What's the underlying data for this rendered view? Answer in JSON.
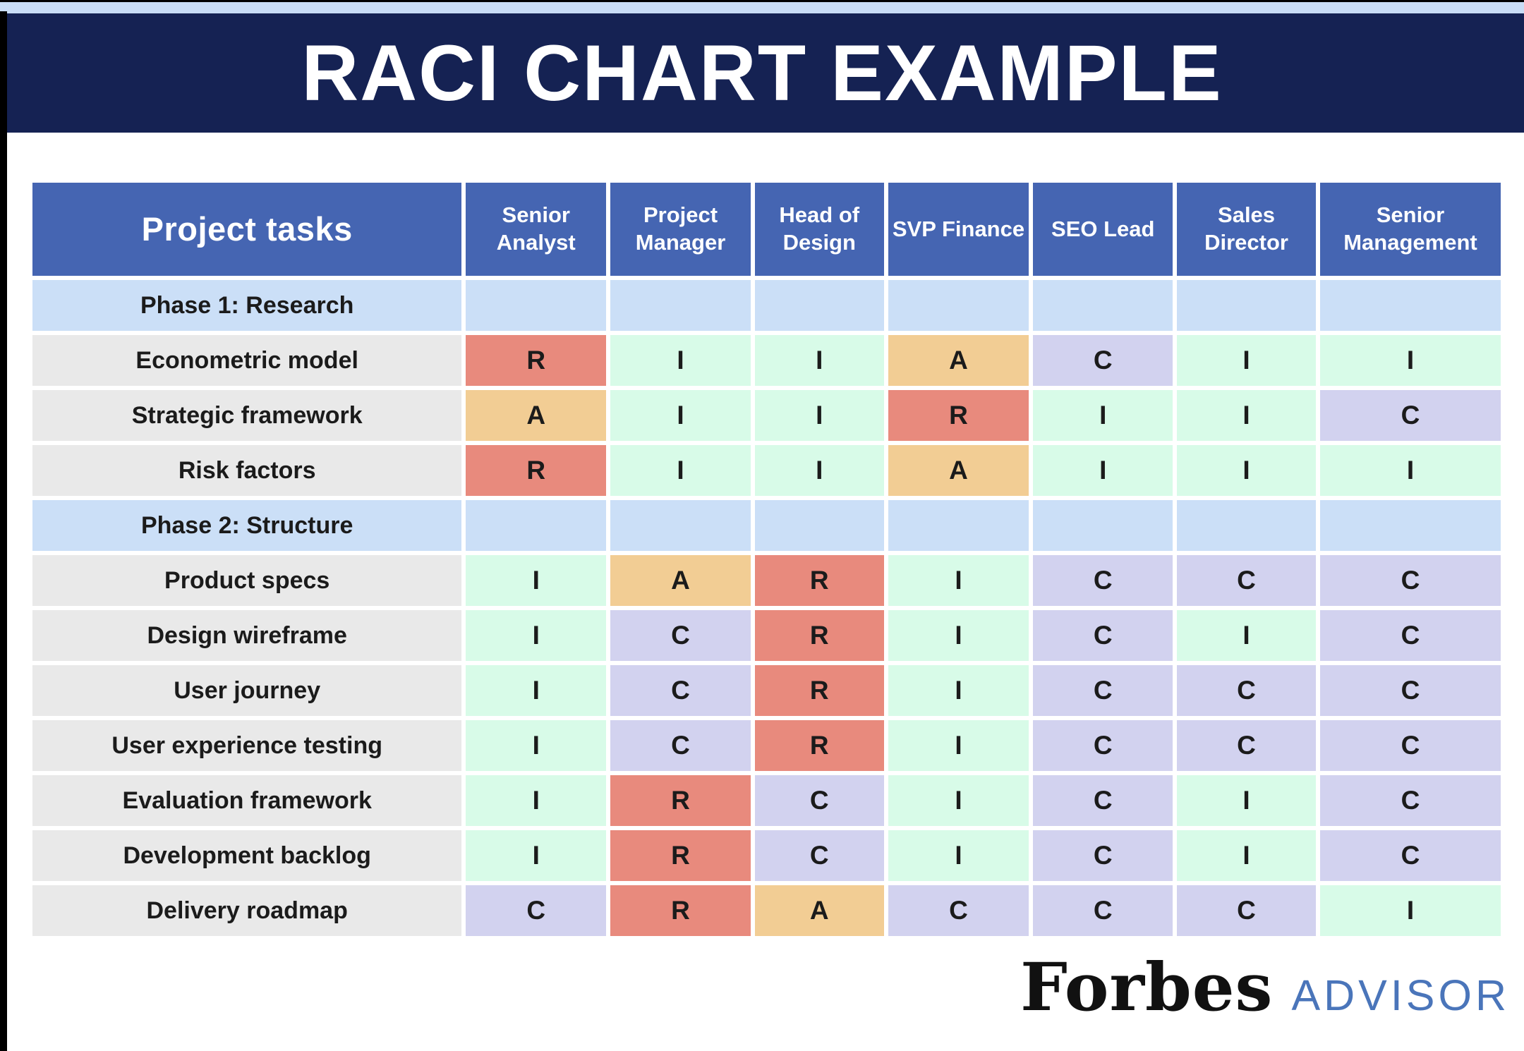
{
  "title": "RACI CHART EXAMPLE",
  "chart_data": {
    "type": "table",
    "title": "RACI CHART EXAMPLE",
    "task_header": "Project tasks",
    "columns": [
      "Senior Analyst",
      "Project Manager",
      "Head of Design",
      "SVP Finance",
      "SEO Lead",
      "Sales Director",
      "Senior Management"
    ],
    "rows": [
      {
        "type": "phase",
        "label": "Phase 1: Research",
        "cells": []
      },
      {
        "type": "task",
        "label": "Econometric model",
        "cells": [
          "R",
          "I",
          "I",
          "A",
          "C",
          "I",
          "I"
        ]
      },
      {
        "type": "task",
        "label": "Strategic framework",
        "cells": [
          "A",
          "I",
          "I",
          "R",
          "I",
          "I",
          "C"
        ]
      },
      {
        "type": "task",
        "label": "Risk factors",
        "cells": [
          "R",
          "I",
          "I",
          "A",
          "I",
          "I",
          "I"
        ]
      },
      {
        "type": "phase",
        "label": "Phase 2: Structure",
        "cells": []
      },
      {
        "type": "task",
        "label": "Product specs",
        "cells": [
          "I",
          "A",
          "R",
          "I",
          "C",
          "C",
          "C"
        ]
      },
      {
        "type": "task",
        "label": "Design wireframe",
        "cells": [
          "I",
          "C",
          "R",
          "I",
          "C",
          "I",
          "C"
        ]
      },
      {
        "type": "task",
        "label": "User journey",
        "cells": [
          "I",
          "C",
          "R",
          "I",
          "C",
          "C",
          "C"
        ]
      },
      {
        "type": "task",
        "label": "User experience testing",
        "cells": [
          "I",
          "C",
          "R",
          "I",
          "C",
          "C",
          "C"
        ]
      },
      {
        "type": "task",
        "label": "Evaluation framework",
        "cells": [
          "I",
          "R",
          "C",
          "I",
          "C",
          "I",
          "C"
        ]
      },
      {
        "type": "task",
        "label": "Development backlog",
        "cells": [
          "I",
          "R",
          "C",
          "I",
          "C",
          "I",
          "C"
        ]
      },
      {
        "type": "task",
        "label": "Delivery roadmap",
        "cells": [
          "C",
          "R",
          "A",
          "C",
          "C",
          "C",
          "I"
        ]
      }
    ],
    "legend": {
      "R": "#e88a7d",
      "A": "#f2cd94",
      "C": "#d2d2ef",
      "I": "#d8fbe8"
    }
  },
  "footer": {
    "brand": "Forbes",
    "brand_suffix": "ADVISOR"
  },
  "colors": {
    "top_strip": "#c9ddf6",
    "navy": "#152253",
    "header_blue": "#4565b2",
    "phase_blue": "#cbdff7",
    "task_gray": "#e9e9e9",
    "text_dark": "#1b1b1b",
    "forbes_black": "#111111",
    "advisor_blue": "#4a75ba",
    "edge_black": "#000000"
  }
}
